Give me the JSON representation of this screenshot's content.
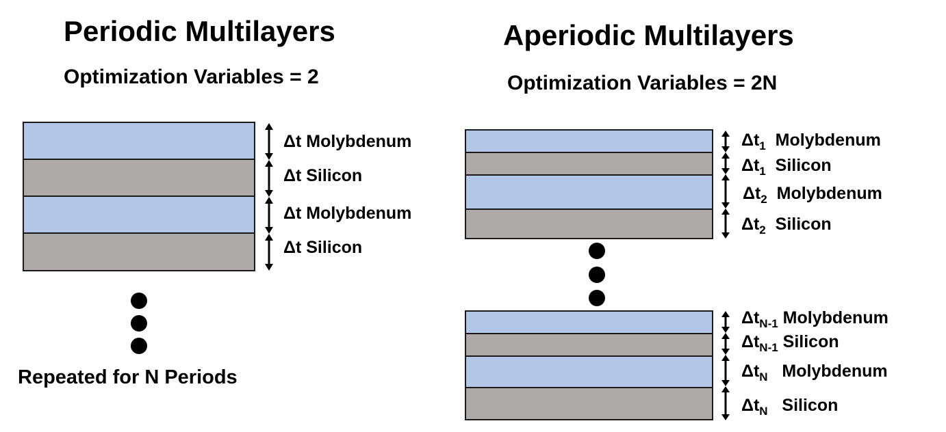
{
  "left": {
    "title": "Periodic Multilayers",
    "subtitle": "Optimization Variables = 2",
    "layers": [
      {
        "material": "Molybdenum",
        "label": "Δt Molybdenum"
      },
      {
        "material": "Silicon",
        "label": "Δt Silicon"
      },
      {
        "material": "Molybdenum",
        "label": "Δt Molybdenum"
      },
      {
        "material": "Silicon",
        "label": "Δt Silicon"
      }
    ],
    "footer": "Repeated for N Periods"
  },
  "right": {
    "title": "Aperiodic Multilayers",
    "subtitle": "Optimization Variables = 2N",
    "layers": [
      {
        "material": "Molybdenum",
        "delta": "Δt",
        "index": "1",
        "name": "Molybdenum"
      },
      {
        "material": "Silicon",
        "delta": "Δt",
        "index": "1",
        "name": "Silicon"
      },
      {
        "material": "Molybdenum",
        "delta": "Δt",
        "index": "2",
        "name": "Molybdenum"
      },
      {
        "material": "Silicon",
        "delta": "Δt",
        "index": "2",
        "name": "Silicon"
      },
      {
        "material": "Molybdenum",
        "delta": "Δt",
        "index": "N-1",
        "name": "Molybdenum"
      },
      {
        "material": "Silicon",
        "delta": "Δt",
        "index": "N-1",
        "name": "Silicon"
      },
      {
        "material": "Molybdenum",
        "delta": "Δt",
        "index": "N",
        "name": "Molybdenum"
      },
      {
        "material": "Silicon",
        "delta": "Δt",
        "index": "N",
        "name": "Silicon"
      }
    ]
  },
  "colors": {
    "molybdenum": "#b4c6e7",
    "silicon": "#aeaaaa"
  }
}
